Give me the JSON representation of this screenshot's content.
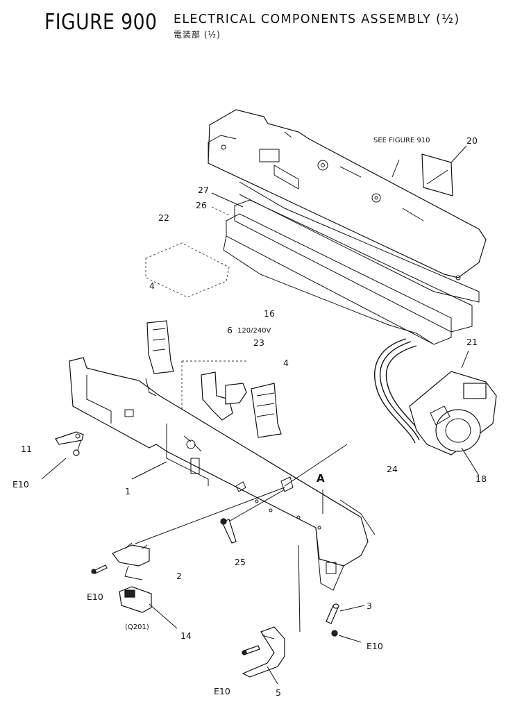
{
  "header": {
    "figure": "FIGURE 900",
    "title": "ELECTRICAL COMPONENTS ASSEMBLY (½)",
    "subtitle_jp": "電装部 (½)"
  },
  "callouts": {
    "see_figure": "SEE FIGURE 910",
    "p20": "20",
    "p27": "27",
    "p26": "26",
    "p22": "22",
    "p4a": "4",
    "p16": "16",
    "p6": "6",
    "voltage": "120/240V",
    "p23": "23",
    "p4b": "4",
    "p21": "21",
    "p24": "24",
    "p18": "18",
    "p11": "11",
    "e10a": "E10",
    "p1": "1",
    "pA": "A",
    "p25": "25",
    "p2": "2",
    "e10b": "E10",
    "q201": "(Q201)",
    "p14": "14",
    "p3": "3",
    "e10c": "E10",
    "e10d": "E10",
    "p5": "5"
  }
}
